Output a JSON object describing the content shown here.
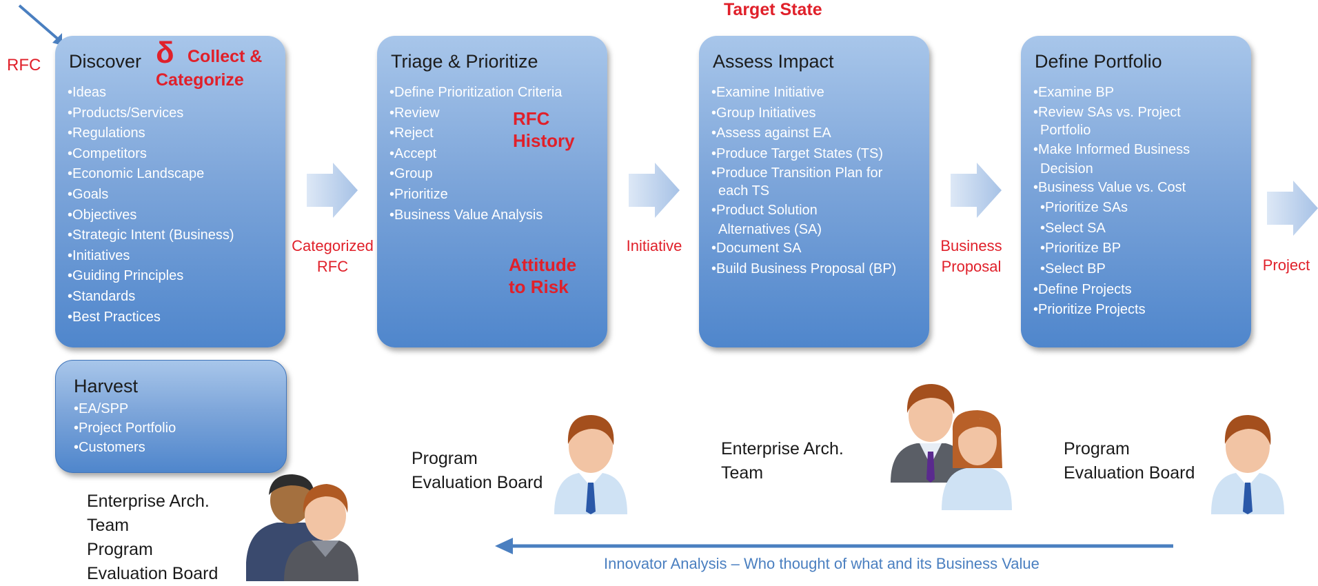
{
  "header": {
    "target_state": "Target State"
  },
  "rfc_label": "RFC",
  "discover": {
    "title": "Discover",
    "delta": "δ",
    "collect": [
      "Collect &",
      "Categorize"
    ],
    "items": [
      "Ideas",
      "Products/Services",
      "Regulations",
      "Competitors",
      "Economic Landscape",
      "Goals",
      "Objectives",
      "Strategic Intent (Business)",
      "Initiatives",
      "Guiding Principles",
      "Standards",
      "Best Practices"
    ]
  },
  "triage": {
    "title": "Triage & Prioritize",
    "items": [
      "Define Prioritization Criteria",
      "Review",
      "Reject",
      "Accept",
      "Group",
      "Prioritize",
      "Business Value Analysis"
    ],
    "rfc_history": [
      "RFC",
      "History"
    ],
    "attitude": [
      "Attitude",
      "to Risk"
    ]
  },
  "assess": {
    "title": "Assess Impact",
    "items": [
      "Examine Initiative",
      "Group Initiatives",
      "Assess against EA",
      "Produce Target States (TS)",
      "Produce Transition Plan for",
      "each TS",
      "Product Solution",
      "Alternatives (SA)",
      "Document SA",
      "Build Business Proposal (BP)"
    ]
  },
  "portfolio": {
    "title": "Define Portfolio",
    "items": [
      "Examine BP",
      "Review SAs vs. Project",
      "Portfolio",
      "Make Informed Business",
      "Decision",
      "Business Value vs. Cost",
      "Prioritize SAs",
      "Select SA",
      "Prioritize BP",
      "Select BP",
      "Define Projects",
      "Prioritize Projects"
    ]
  },
  "harvest": {
    "title": "Harvest",
    "items": [
      "EA/SPP",
      "Project Portfolio",
      "Customers"
    ]
  },
  "flow_labels": {
    "categorized": [
      "Categorized",
      "RFC"
    ],
    "initiative": "Initiative",
    "business_proposal": [
      "Business",
      "Proposal"
    ],
    "project": "Project"
  },
  "actors": {
    "left_group": [
      "Enterprise Arch.",
      "Team",
      "Program",
      "Evaluation Board"
    ],
    "peb_1": [
      "Program",
      "Evaluation Board"
    ],
    "ea_team": [
      "Enterprise Arch.",
      "Team"
    ],
    "peb_2": [
      "Program",
      "Evaluation Board"
    ]
  },
  "innovator": "Innovator Analysis – Who thought of what and its Business Value",
  "colors": {
    "accent_red": "#e0202a",
    "box_blue": "#6b9ad6",
    "arrow_blue": "#4a7fc0"
  }
}
